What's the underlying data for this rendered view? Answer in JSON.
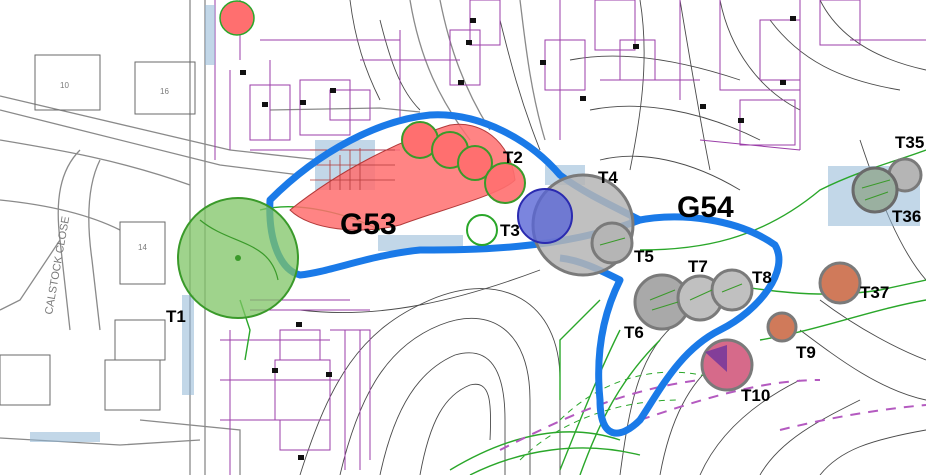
{
  "map": {
    "groups": [
      {
        "id": "g53",
        "label": "G53"
      },
      {
        "id": "g54",
        "label": "G54"
      }
    ],
    "trees": [
      {
        "id": "t1",
        "label": "T1"
      },
      {
        "id": "t2",
        "label": "T2"
      },
      {
        "id": "t3",
        "label": "T3"
      },
      {
        "id": "t4",
        "label": "T4"
      },
      {
        "id": "t5",
        "label": "T5"
      },
      {
        "id": "t6",
        "label": "T6"
      },
      {
        "id": "t7",
        "label": "T7"
      },
      {
        "id": "t8",
        "label": "T8"
      },
      {
        "id": "t9",
        "label": "T9"
      },
      {
        "id": "t10",
        "label": "T10"
      },
      {
        "id": "t35",
        "label": "T35"
      },
      {
        "id": "t36",
        "label": "T36"
      },
      {
        "id": "t37",
        "label": "T37"
      }
    ],
    "road_label": "CALSTOCK CLOSE",
    "building_labels": {
      "garage_a": "10",
      "garage_b": "16",
      "garage_c": "14"
    },
    "colors": {
      "protection_zone": "#1a7ae8",
      "removal_fill": "#ff6f6f",
      "retained_tree": "#7fc466",
      "grey_tree": "#9a9a9a",
      "blue_tree": "#5a66d6",
      "brown_tree": "#d07a5a",
      "layout_lines": "#9b3ea8",
      "road_lines": "#8a8a8a",
      "contour_lines": "#4a4a4a",
      "vegetation_lines": "#2aa72a",
      "highlight_box": "#8fb6d6"
    }
  }
}
